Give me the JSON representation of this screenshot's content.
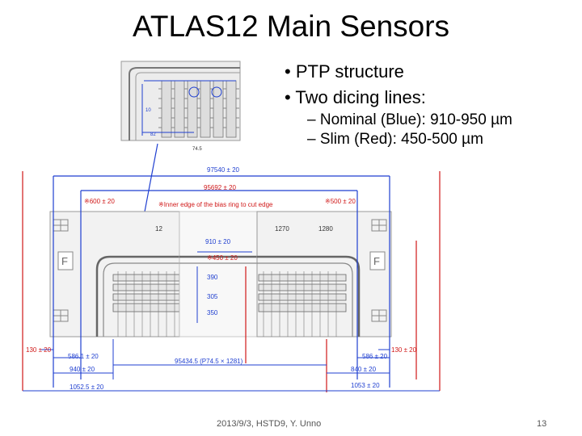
{
  "title": "ATLAS12 Main Sensors",
  "bullets": [
    {
      "text": "PTP structure"
    },
    {
      "text": "Two dicing lines:"
    }
  ],
  "sub_bullets": [
    {
      "text": "Nominal (Blue): 910-950 µm"
    },
    {
      "text": "Slim (Red): 450-500 µm"
    }
  ],
  "footer": "2013/9/3, HSTD9, Y. Unno",
  "page_number": "13",
  "drawing": {
    "inset_labels": {
      "p1": "10",
      "p2": "82",
      "p3": "74.5"
    },
    "dim_97540": "97540 ± 20",
    "dim_95692": "95692 ± 20",
    "note_left": "※600 ± 20",
    "note_inner": "※Inner edge of the bias ring to cut edge",
    "note_right": "※500 ± 20",
    "strip_12": "12",
    "strip_1270": "1270",
    "strip_1280": "1280",
    "dim_910": "910 ± 20",
    "dim_450": "※450 ± 20",
    "dim_390": "390",
    "dim_305": "305",
    "dim_350": "350",
    "dim_130_left": "130 ± 20",
    "dim_130_right": "130 ± 20",
    "dim_586_left": "586.1 ± 20",
    "dim_586_right": "586 ± 20",
    "dim_940": "940 ± 20",
    "dim_840": "840 ± 20",
    "dim_95434": "95434.5 (P74.5 × 1281)",
    "dim_1052": "1052.5 ± 20",
    "dim_1053": "1053 ± 20",
    "colors": {
      "nominal": "#1f3fd0",
      "slim": "#d01818",
      "drawing": "#333333"
    }
  }
}
